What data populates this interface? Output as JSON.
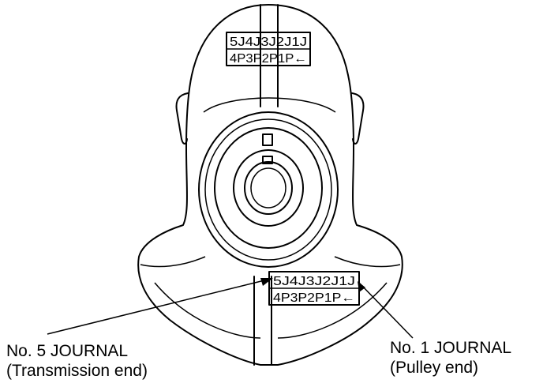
{
  "top_code": {
    "line1": "5J4J3J2J1J",
    "line2": "4P3P2P1P←"
  },
  "bottom_code": {
    "line1": "5J4J3J2J1J",
    "line2": "4P3P2P1P←"
  },
  "callouts": {
    "left_line1": "No. 5 JOURNAL",
    "left_line2": "(Transmission end)",
    "right_line1": "No. 1 JOURNAL",
    "right_line2": "(Pulley end)"
  }
}
